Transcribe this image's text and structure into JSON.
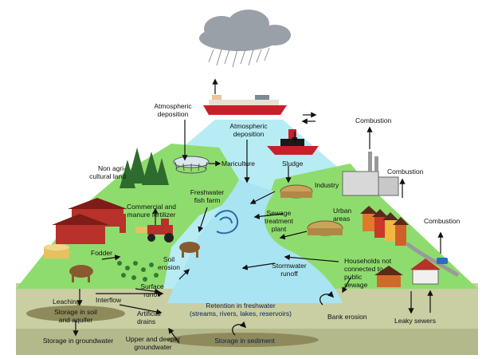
{
  "labels": {
    "atmospheric_deposition_left": "Atmospheric\ndeposition",
    "atmospheric_deposition_center": "Atmospheric\ndeposition",
    "non_agricultural_land": "Non agri-\ncultural land",
    "mariculture": "Mariculture",
    "sludge": "Sludge",
    "industry": "Industry",
    "combustion_top": "Combustion",
    "combustion_mid": "Combustion",
    "combustion_right": "Combustion",
    "freshwater_fish_farm": "Freshwater\nfish farm",
    "commercial_manure_fertilizer": "Commercial and\nmanure fertilizer",
    "sewage_treatment_plant": "Sewage\ntreatment\nplant",
    "urban_areas": "Urban\nareas",
    "fodder": "Fodder",
    "soil_erosion": "Soil\nerosion",
    "stormwater_runoff": "Stormwater\nrunoff",
    "households_not_connected": "Households not\nconnected to\npublic\nsewage",
    "surface_runoff": "Surface\nrunoff",
    "leaching": "Leaching",
    "interflow": "Interflow",
    "storage_soil_aquifer": "Storage in soil\nand aquifer",
    "artificial_drains": "Artificial\ndrains",
    "retention_freshwater": "Retention in freshwater\n(streams, rivers, lakes, reservoirs)",
    "bank_erosion": "Bank erosion",
    "leaky_sewers": "Leaky sewers",
    "storage_groundwater": "Storage in groundwater",
    "upper_deeper_groundwater": "Upper and deeper\ngroundwater",
    "storage_sediment": "Storage in sediment"
  },
  "colors": {
    "sky_water": "#b7ecf4",
    "land": "#8fdc6e",
    "ground": "#c9cfa2",
    "deep_ground": "#b4b98c",
    "storage": "#8f8a5c",
    "river": "#a9e4f2",
    "cloud": "#9aa0a8",
    "barn": "#b8312a",
    "tree": "#2e6b2e"
  }
}
